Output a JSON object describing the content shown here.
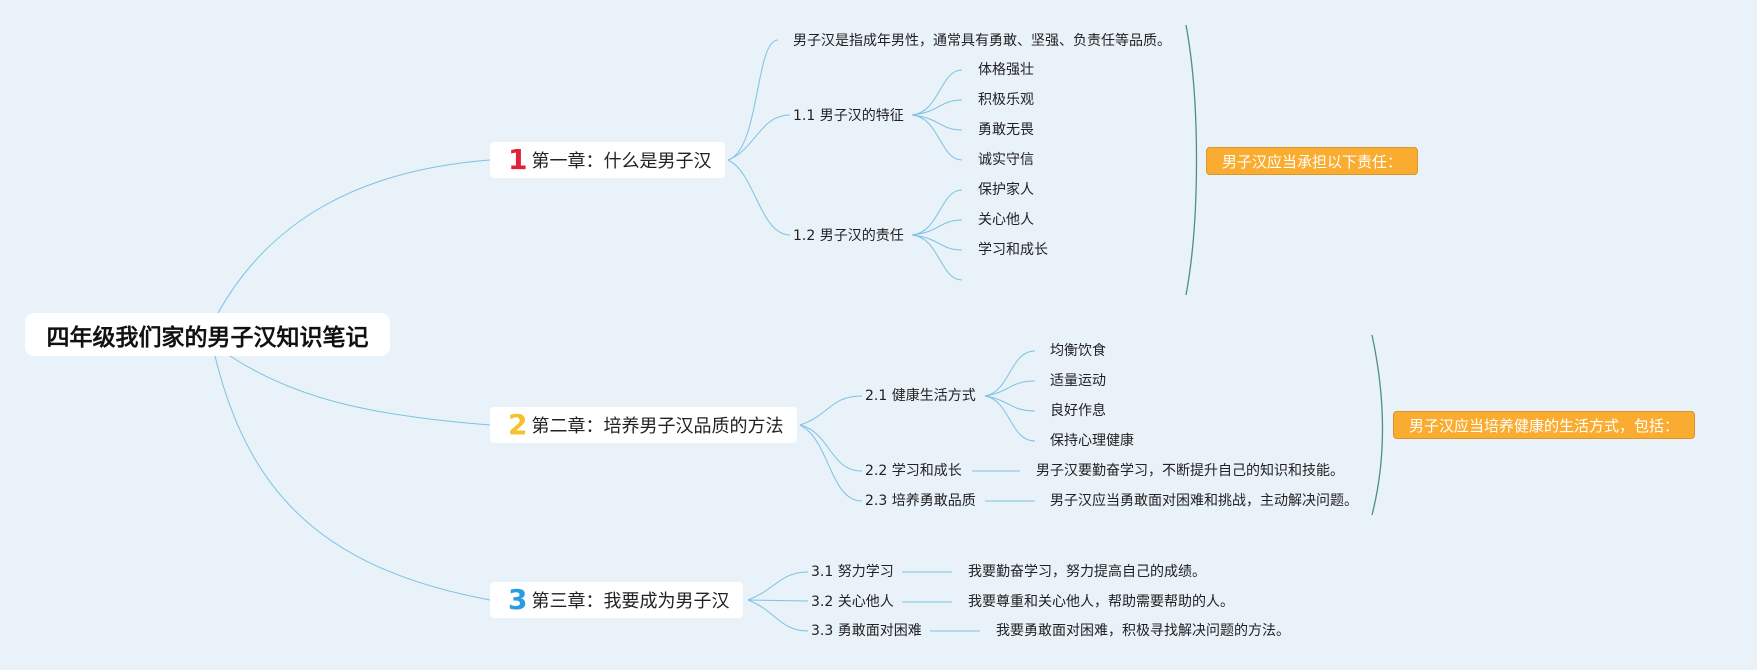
{
  "root": {
    "title": "四年级我们家的男子汉知识笔记"
  },
  "chapters": [
    {
      "num": "1",
      "num_color": "#e0213a",
      "title": "第一章：什么是男子汉",
      "intro": "男子汉是指成年男性，通常具有勇敢、坚强、负责任等品质。",
      "sections": [
        {
          "title": "1.1 男子汉的特征",
          "items": [
            "体格强壮",
            "积极乐观",
            "勇敢无畏",
            "诚实守信"
          ]
        },
        {
          "title": "1.2 男子汉的责任",
          "items": [
            "保护家人",
            "关心他人",
            "学习和成长",
            ""
          ]
        }
      ],
      "summary": "男子汉应当承担以下责任："
    },
    {
      "num": "2",
      "num_color": "#f5c22e",
      "title": "第二章：培养男子汉品质的方法",
      "sections": [
        {
          "title": "2.1 健康生活方式",
          "items": [
            "均衡饮食",
            "适量运动",
            "良好作息",
            "保持心理健康"
          ]
        },
        {
          "title": "2.2 学习和成长",
          "detail": "男子汉要勤奋学习，不断提升自己的知识和技能。"
        },
        {
          "title": "2.3 培养勇敢品质",
          "detail": "男子汉应当勇敢面对困难和挑战，主动解决问题。"
        }
      ],
      "summary": "男子汉应当培养健康的生活方式，包括："
    },
    {
      "num": "3",
      "num_color": "#2a9de0",
      "title": "第三章：我要成为男子汉",
      "sections": [
        {
          "title": "3.1 努力学习",
          "detail": "我要勤奋学习，努力提高自己的成绩。"
        },
        {
          "title": "3.2 关心他人",
          "detail": "我要尊重和关心他人，帮助需要帮助的人。"
        },
        {
          "title": "3.3 勇敢面对困难",
          "detail": "我要勇敢面对困难，积极寻找解决问题的方法。"
        }
      ]
    }
  ],
  "colors": {
    "background": "#e9f1f9",
    "connector": "#7dc3e3",
    "bracket": "#4f8f86",
    "summary_fill": "#f9ac2f"
  }
}
